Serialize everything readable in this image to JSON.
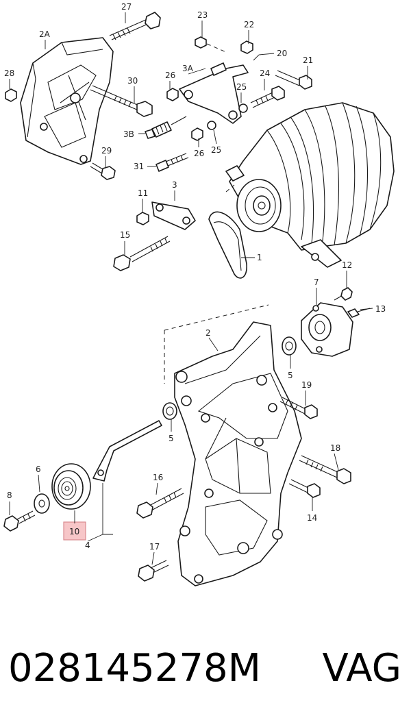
{
  "caption": {
    "part_number": "028145278M",
    "brand": "VAG"
  },
  "highlight_color": "#f7c6c8",
  "labels": {
    "p1": "1",
    "p2": "2",
    "p2A": "2A",
    "p3": "3",
    "p3A": "3A",
    "p3B": "3B",
    "p4": "4",
    "p5a": "5",
    "p5b": "5",
    "p6": "6",
    "p7": "7",
    "p8": "8",
    "p10": "10",
    "p11": "11",
    "p12": "12",
    "p13": "13",
    "p14": "14",
    "p15": "15",
    "p16": "16",
    "p17": "17",
    "p18": "18",
    "p19": "19",
    "p20": "20",
    "p21": "21",
    "p22": "22",
    "p23": "23",
    "p24": "24",
    "p25a": "25",
    "p25b": "25",
    "p26a": "26",
    "p26b": "26",
    "p27": "27",
    "p28": "28",
    "p29": "29",
    "p30": "30",
    "p31": "31"
  }
}
